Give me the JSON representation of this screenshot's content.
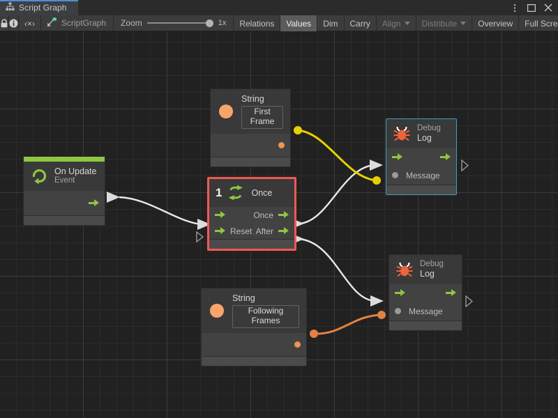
{
  "window": {
    "tab_label": "Script Graph",
    "tab_icon": "script-graph-icon",
    "controls": {
      "menu": "⋮",
      "maximize": "☐",
      "close": "✕"
    }
  },
  "toolbar": {
    "lock_icon": "lock-icon",
    "info_icon": "info-icon",
    "code_label": "‹×›",
    "graph_name": "ScriptGraph",
    "zoom_label": "Zoom",
    "zoom_value": "1x",
    "buttons": [
      {
        "label": "Relations",
        "state": "normal"
      },
      {
        "label": "Values",
        "state": "active"
      },
      {
        "label": "Dim",
        "state": "normal"
      },
      {
        "label": "Carry",
        "state": "normal"
      },
      {
        "label": "Align",
        "state": "dim",
        "dropdown": true
      },
      {
        "label": "Distribute",
        "state": "dim",
        "dropdown": true
      },
      {
        "label": "Overview",
        "state": "normal"
      },
      {
        "label": "Full Screen",
        "state": "normal"
      }
    ]
  },
  "colors": {
    "canvas_bg": "#212121",
    "node_body": "#424242",
    "node_header": "#393939",
    "event_accent": "#8ec641",
    "flow_green": "#8ec641",
    "selection_red": "#f05a52",
    "selection_blue": "#3f9fc4",
    "string_orange": "#f9a46a",
    "edge_yellow": "#e8d000",
    "edge_orange": "#e08243",
    "edge_white": "#e8e8e8",
    "debug_icon": "#f1633c"
  },
  "nodes": {
    "on_update": {
      "title": "On Update",
      "subtitle": "Event",
      "icon": "event-loop-icon",
      "output_flow": "trigger"
    },
    "string_first_frame": {
      "title": "String",
      "icon": "string-value-icon",
      "value": "First Frame",
      "output_port": "value"
    },
    "string_following_frames": {
      "title": "String",
      "icon": "string-value-icon",
      "value": "Following Frames",
      "output_port": "value"
    },
    "once": {
      "title": "Once",
      "icon": "once-loop-icon",
      "badge": "1",
      "selected": true,
      "inputs": [
        {
          "label": "",
          "type": "flow"
        },
        {
          "label": "Reset",
          "type": "flow"
        }
      ],
      "outputs": [
        {
          "label": "Once",
          "type": "flow"
        },
        {
          "label": "After",
          "type": "flow"
        }
      ]
    },
    "debug_log_top": {
      "title": "Debug",
      "subtitle": "Log",
      "icon": "bug-icon",
      "selected": true,
      "input_flow": "enter",
      "output_flow": "exit",
      "message_label": "Message"
    },
    "debug_log_bottom": {
      "title": "Debug",
      "subtitle": "Log",
      "icon": "bug-icon",
      "selected": false,
      "input_flow": "enter",
      "output_flow": "exit",
      "message_label": "Message"
    }
  },
  "edges": [
    {
      "name": "on-update-to-once",
      "from": "on_update.trigger",
      "to": "once.enter",
      "color": "#e8e8e8"
    },
    {
      "name": "once-to-debug-top",
      "from": "once.once",
      "to": "debug_log_top.enter",
      "color": "#e8e8e8"
    },
    {
      "name": "after-to-debug-bottom",
      "from": "once.after",
      "to": "debug_log_bottom.enter",
      "color": "#e8e8e8"
    },
    {
      "name": "first-frame-to-message-top",
      "from": "string_first_frame.value",
      "to": "debug_log_top.message",
      "color": "#e8d000"
    },
    {
      "name": "following-frames-to-message-bottom",
      "from": "string_following_frames.value",
      "to": "debug_log_bottom.message",
      "color": "#e08243"
    }
  ]
}
